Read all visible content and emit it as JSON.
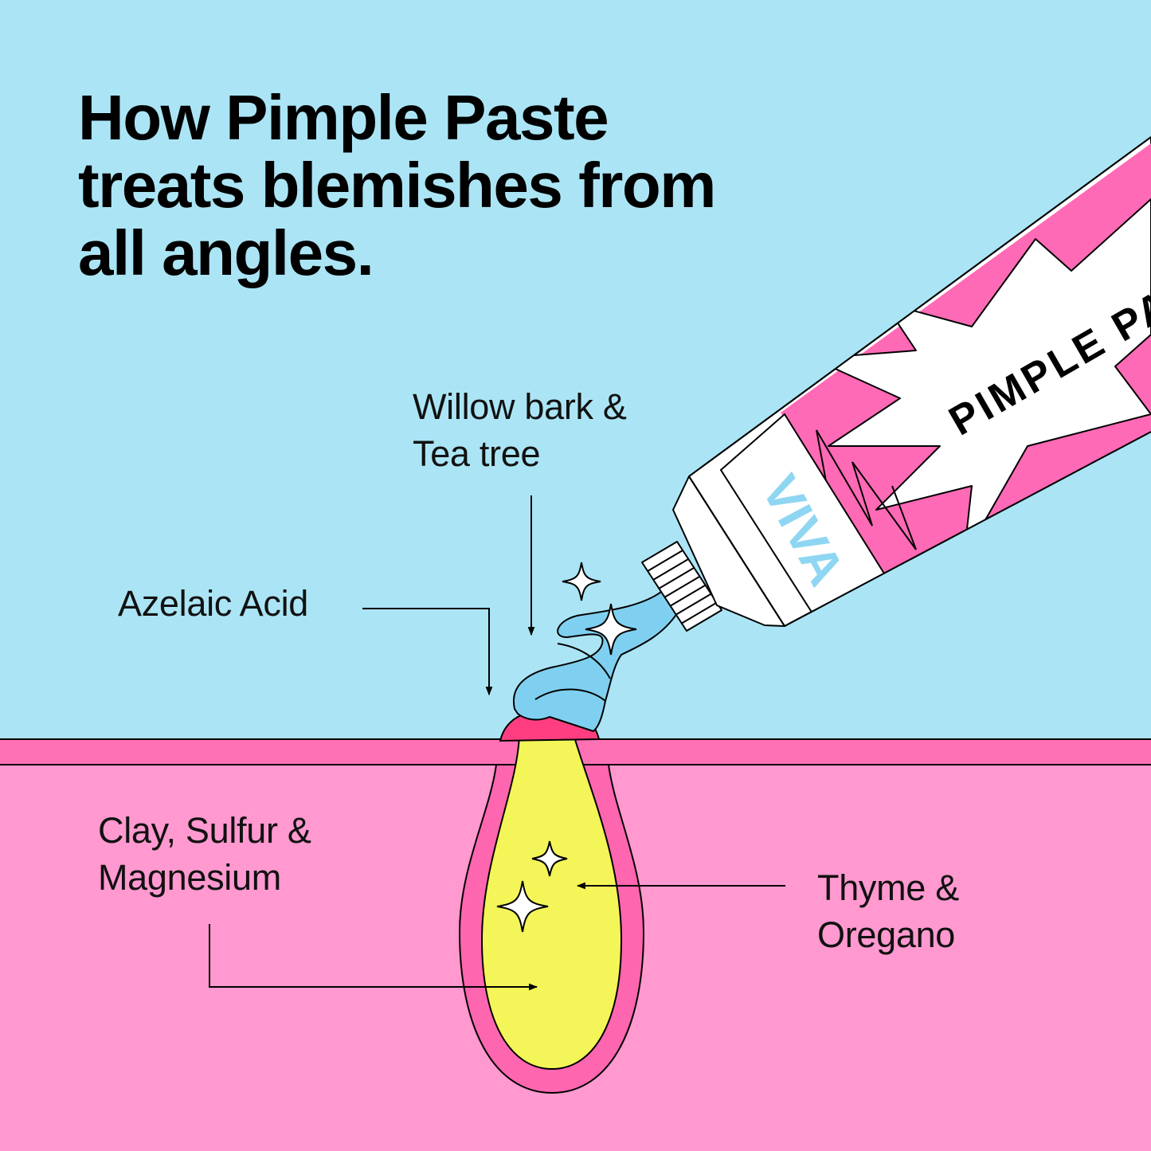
{
  "headline": {
    "line1": "How Pimple Paste",
    "line2": "treats blemishes from",
    "line3": "all angles."
  },
  "tube": {
    "label_text": "PIMPLE PA",
    "brand_text": "VIVA"
  },
  "callouts": {
    "willow": {
      "line1": "Willow bark &",
      "line2": "Tea tree"
    },
    "azelaic": {
      "line1": "Azelaic Acid"
    },
    "clay": {
      "line1": "Clay, Sulfur &",
      "line2": "Magnesium"
    },
    "thyme": {
      "line1": "Thyme &",
      "line2": "Oregano"
    }
  },
  "colors": {
    "sky": "#ABE5F5",
    "skin_surface": "#FF71B5",
    "skin": "#FF99D0",
    "pore_lining": "#FF66B0",
    "pimple": "#F4F558",
    "paste": "#7FD0F0",
    "tube_pink": "#FF6AB6",
    "outline": "#000000"
  }
}
